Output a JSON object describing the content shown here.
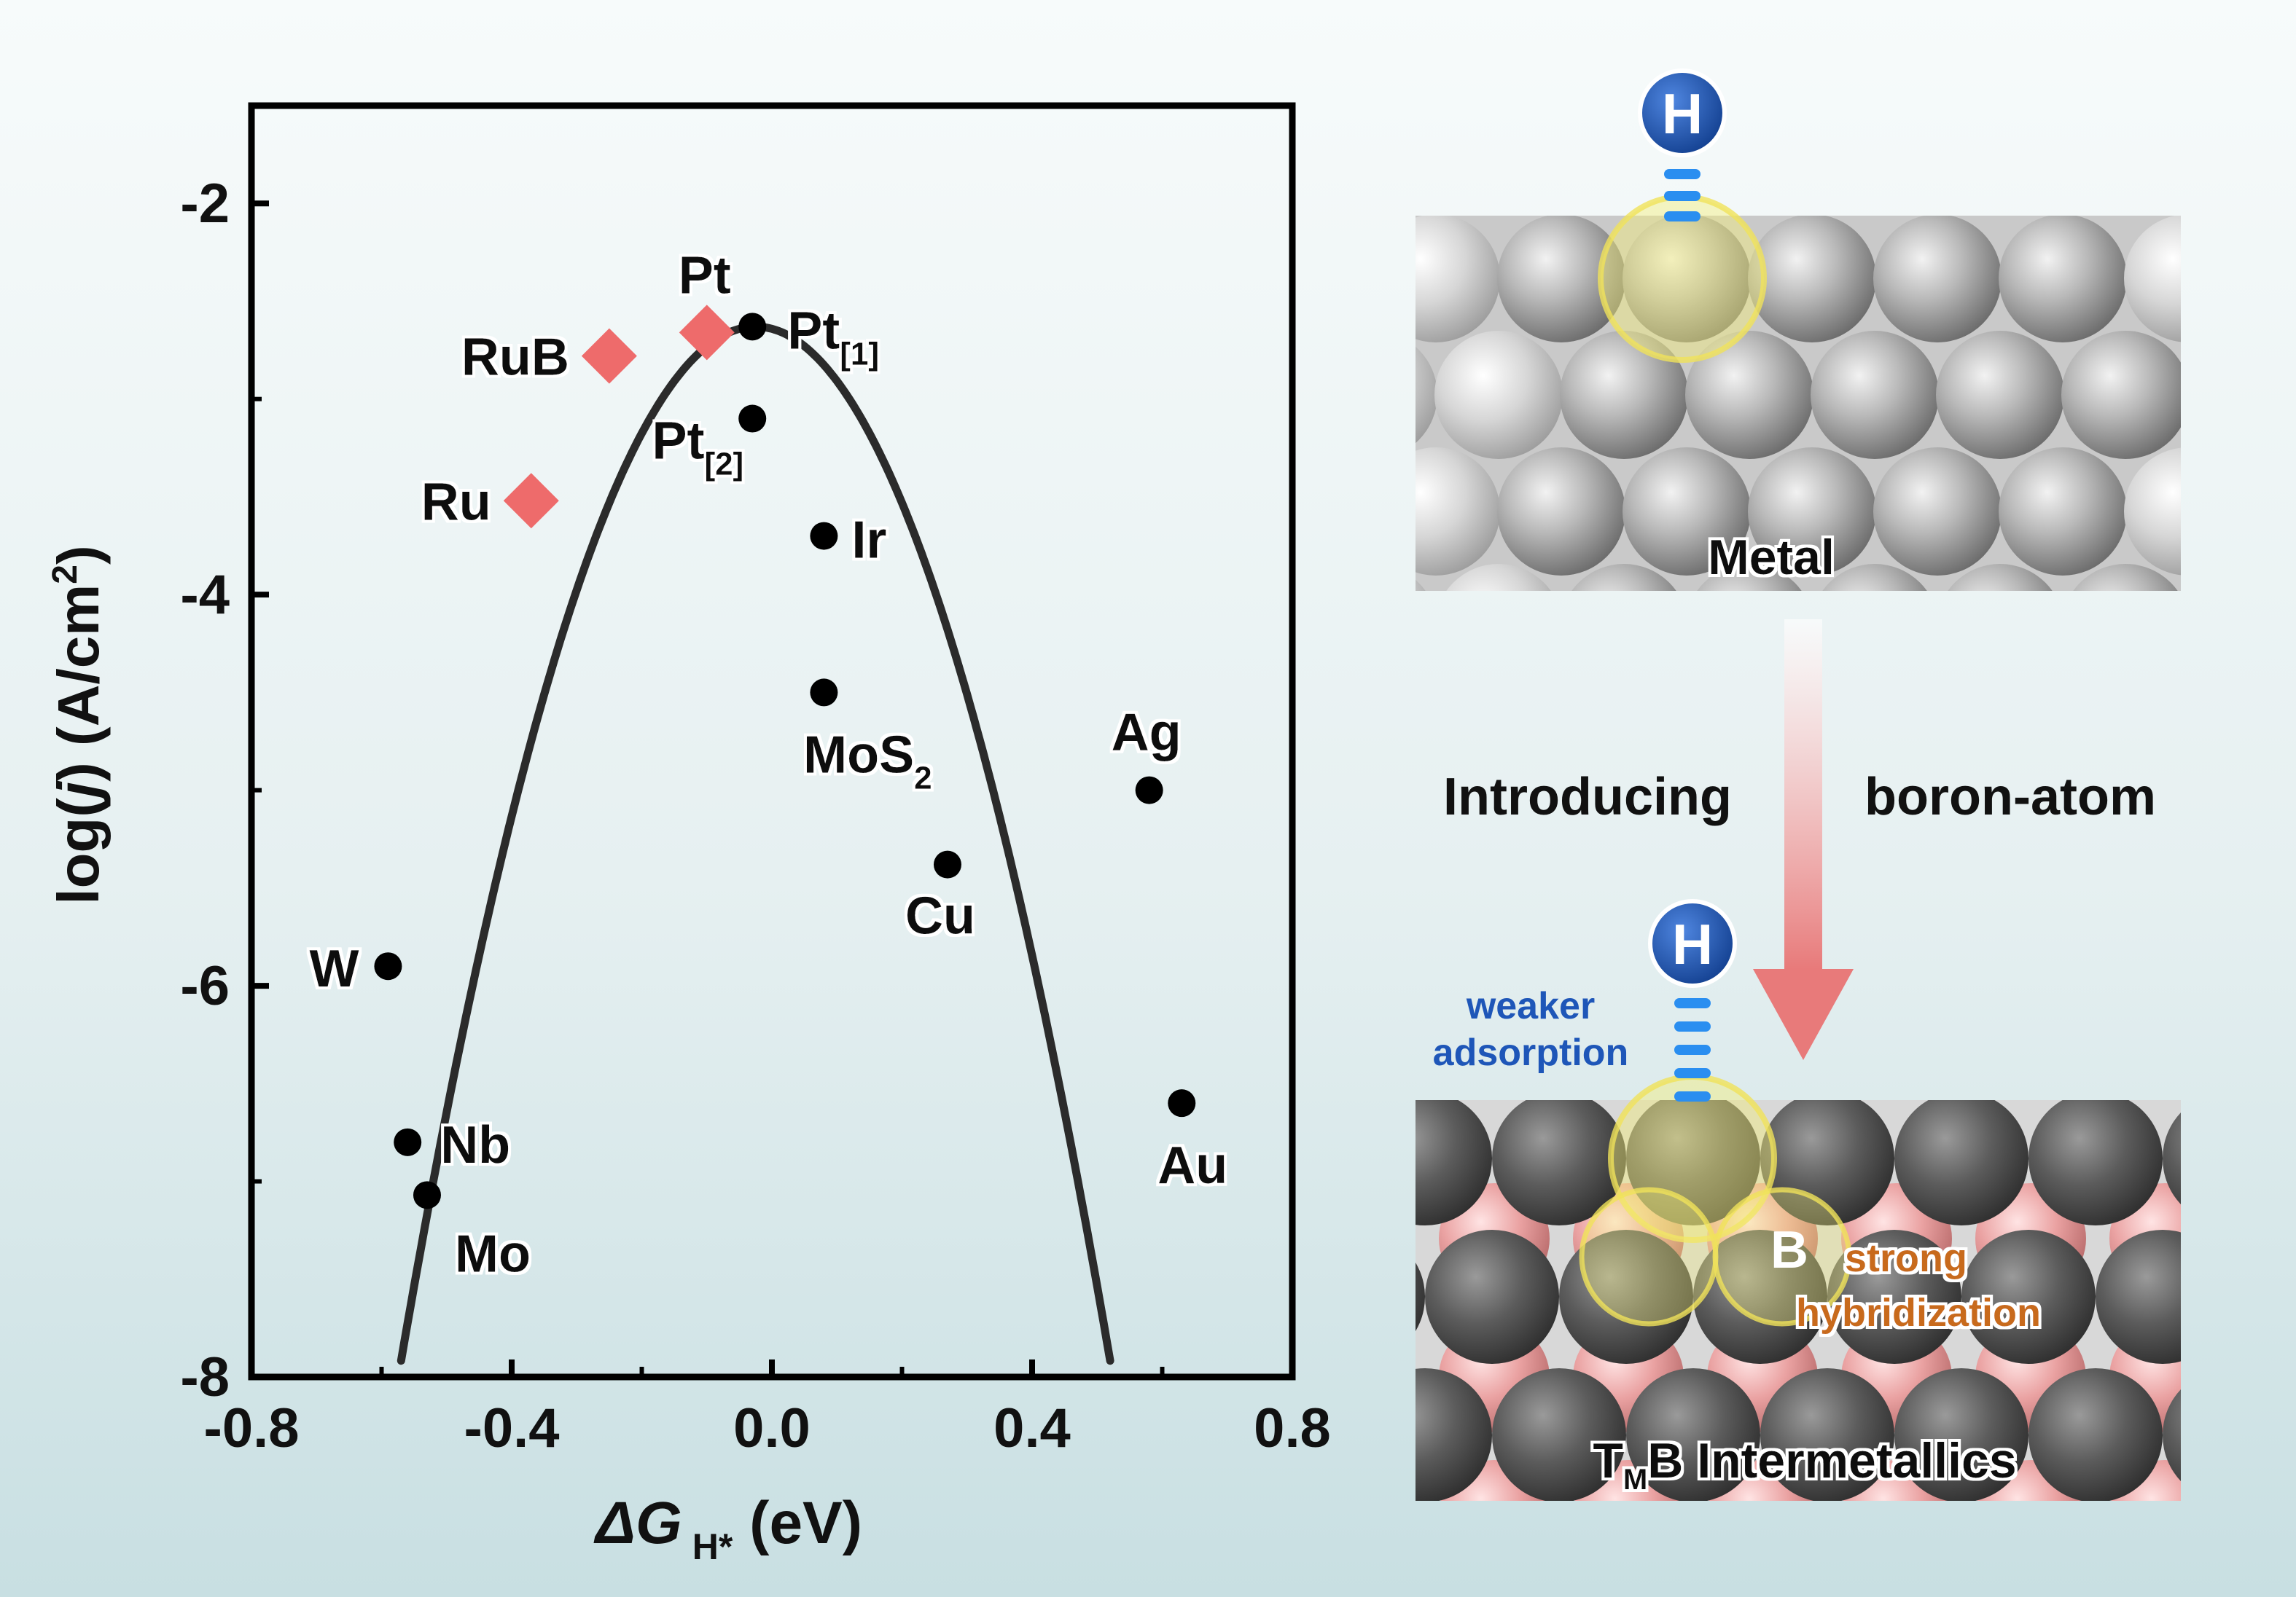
{
  "chart_data": {
    "type": "scatter",
    "xlabel": "ΔG",
    "xlabel_sub": "H*",
    "xlabel_unit": " (eV)",
    "ylabel": "log(j) (A/cm²)",
    "ylabel_parts": [
      "log(",
      "j",
      ") (A/cm",
      "2",
      ")"
    ],
    "xlim": [
      -0.8,
      0.8
    ],
    "ylim": [
      -8,
      -1.5
    ],
    "xticks": [
      -0.8,
      -0.4,
      0.0,
      0.4,
      0.8
    ],
    "xtick_labels": [
      "-0.8",
      "-0.4",
      "0.0",
      "0.4",
      "0.8"
    ],
    "yticks": [
      -2,
      -4,
      -6,
      -8
    ],
    "ytick_labels": [
      "-2",
      "-4",
      "-6",
      "-8"
    ],
    "volcano_curve": {
      "vertex_x": -0.025,
      "vertex_y": -2.63,
      "a": -17.8
    },
    "series": [
      {
        "marker": "circle",
        "color": "#000000",
        "points": [
          {
            "label": "Pt",
            "sub": "[1]",
            "x": -0.03,
            "y": -2.63
          },
          {
            "label": "Pt",
            "sub": "[2]",
            "x": -0.03,
            "y": -3.1
          },
          {
            "label": "Ir",
            "sub": "",
            "x": 0.08,
            "y": -3.7
          },
          {
            "label": "MoS",
            "sub": "2",
            "x": 0.08,
            "y": -4.5
          },
          {
            "label": "Ag",
            "sub": "",
            "x": 0.58,
            "y": -5.0
          },
          {
            "label": "Cu",
            "sub": "",
            "x": 0.27,
            "y": -5.38
          },
          {
            "label": "W",
            "sub": "",
            "x": -0.59,
            "y": -5.9
          },
          {
            "label": "Au",
            "sub": "",
            "x": 0.63,
            "y": -6.6
          },
          {
            "label": "Nb",
            "sub": "",
            "x": -0.56,
            "y": -6.8
          },
          {
            "label": "Mo",
            "sub": "",
            "x": -0.53,
            "y": -7.07
          }
        ]
      },
      {
        "marker": "diamond",
        "color": "#ee6b6b",
        "points": [
          {
            "label": "Pt",
            "sub": "",
            "x": -0.1,
            "y": -2.66
          },
          {
            "label": "RuB",
            "sub": "",
            "x": -0.25,
            "y": -2.78
          },
          {
            "label": "Ru",
            "sub": "",
            "x": -0.37,
            "y": -3.52
          }
        ]
      }
    ]
  },
  "schematic": {
    "metal_label": "Metal",
    "h_atom": "H",
    "transition_left": "Introducing",
    "transition_right": "boron-atom",
    "weaker_line1": "weaker",
    "weaker_line2": "adsorption",
    "boron_label": "B",
    "strong_line1": "strong",
    "strong_line2": "hybridization",
    "intermetallic_main": "T",
    "intermetallic_sub": "M",
    "intermetallic_rest": "B Intermetallics",
    "colors": {
      "metal_atom": "#9a9a9a",
      "metal_atom_light": "#c4c4c4",
      "dark_atom": "#5a5a5a",
      "boron_atom": "#e8a3a3",
      "h_atom": "#1a4fa8",
      "bond": "#2a8ef0",
      "highlight": "#f3ee7a",
      "weaker_text": "#1e56b8",
      "strong_text": "#c86a1a"
    }
  }
}
